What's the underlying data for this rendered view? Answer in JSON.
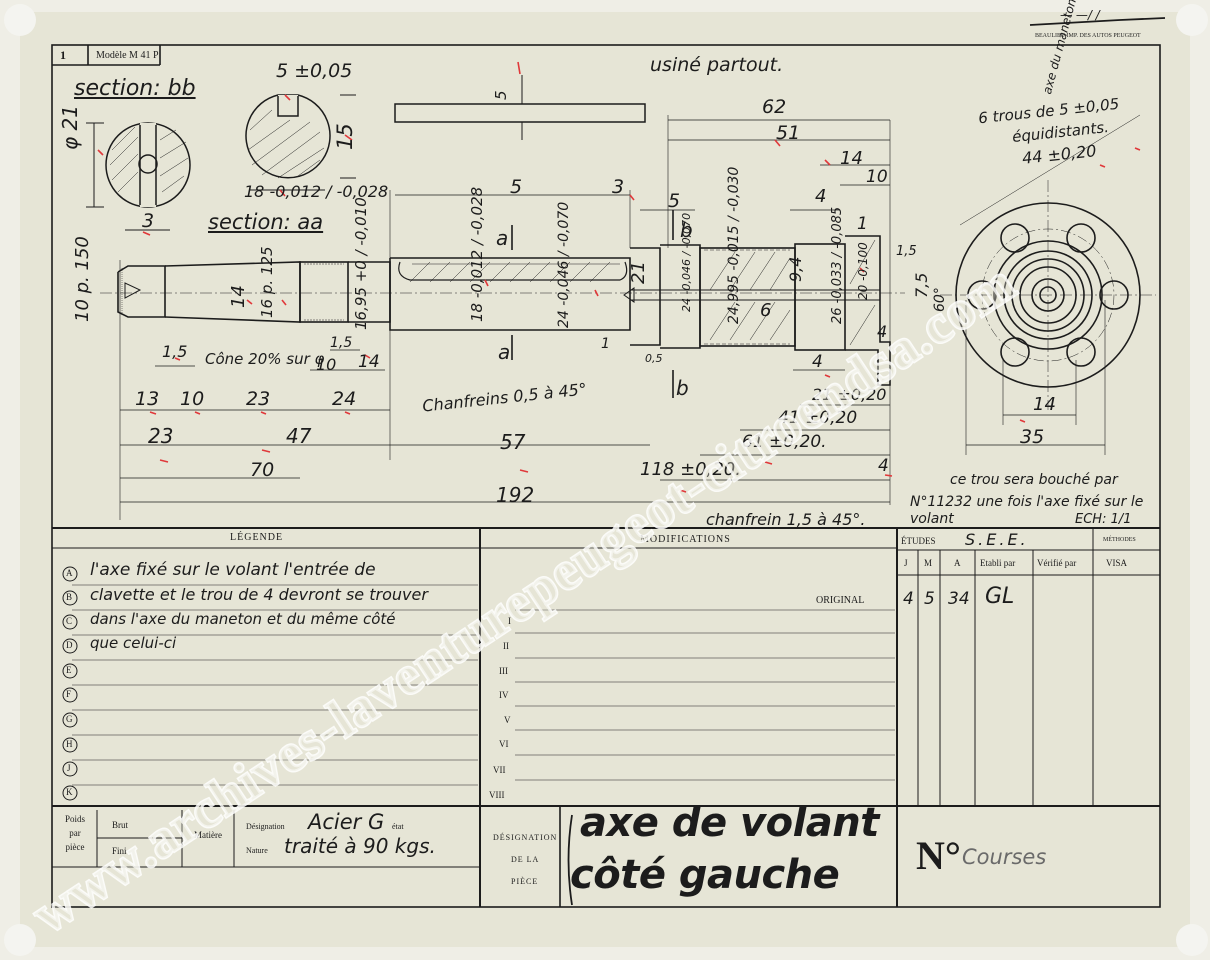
{
  "header": {
    "sheet_number": "1",
    "model": "Modèle M 41 P",
    "printer": "BEAULIEU IMP. DES AUTOS PEUGEOT",
    "top_marks": "— —/ /"
  },
  "drawing": {
    "usine": "usiné partout.",
    "section_bb": "section: bb",
    "section_aa": "section: aa",
    "notes": {
      "six_holes": "6 trous de 5 ±0,05",
      "equidistants": "équidistants.",
      "hole_circle": "44 ±0,20",
      "axe_maneton": "axe du maneton",
      "cone": "Cône 20% sur φ",
      "chanfreins": "Chanfreins 0,5 à 45°",
      "chanfrein": "chanfrein 1,5 à 45°.",
      "plug_note_1": "ce trou sera bouché par",
      "plug_note_2": "N°11232 une fois l'axe fixé sur le",
      "plug_note_3": "volant",
      "scale": "ECH: 1/1"
    },
    "dims": {
      "d_bb": "φ 21",
      "w_bb": "3",
      "w_key": "5 ±0,05",
      "h_key": "15",
      "d_key": "18 -0,012 / -0,028",
      "thread": "10 p. 150",
      "d14": "14",
      "d16": "16 p. 125",
      "d1695": "16,95 +0 / -0,010",
      "d18": "18 -0,012 / -0,028",
      "d24": "24 -0,046 / -0,070",
      "d24b": "24 -0,046 / -0,070",
      "d24995": "24,995 -0,015 / -0,030",
      "d6": "6",
      "d94": "9,4",
      "d26": "26 -0,033 / -0,085",
      "d20": "20 -0,100",
      "h21": "21",
      "h75": "7,5",
      "a60": "60°",
      "l15": "1,5",
      "l62": "62",
      "l51": "51",
      "l5": "5",
      "l3": "3",
      "l5b": "5",
      "l14": "14",
      "l10": "10",
      "l4": "4",
      "l1": "1",
      "l1_5": "1,5",
      "l05": "0,5",
      "l15b": "1,5",
      "l10b": "10",
      "l14b": "14",
      "l1_5c": "1,5",
      "l13": "13",
      "l10c": "10",
      "l23": "23",
      "l24": "24",
      "l23b": "23",
      "l47": "47",
      "l57": "57",
      "l4b": "4",
      "l21": "21 ±0,20",
      "l41": "41 ±0,20",
      "l61": "61 ±0,20.",
      "l118": "118 ±0,20.",
      "l4c": "4",
      "l4d": "4",
      "l70": "70",
      "l192": "192",
      "flange14": "14",
      "flange35": "35",
      "sec_a": "a",
      "sec_b": "b"
    }
  },
  "legend": {
    "title": "LÉGENDE",
    "items": [
      {
        "letter": "A",
        "text": "l'axe fixé sur le volant l'entrée de"
      },
      {
        "letter": "B",
        "text": "clavette et le trou de 4 devront se trouver"
      },
      {
        "letter": "C",
        "text": "dans l'axe du maneton et du même côté"
      },
      {
        "letter": "D",
        "text": "que celui-ci"
      },
      {
        "letter": "E",
        "text": ""
      },
      {
        "letter": "F",
        "text": ""
      },
      {
        "letter": "G",
        "text": ""
      },
      {
        "letter": "H",
        "text": ""
      },
      {
        "letter": "J",
        "text": ""
      },
      {
        "letter": "K",
        "text": ""
      }
    ]
  },
  "modifications": {
    "title": "MODIFICATIONS",
    "original": "ORIGINAL",
    "rows": [
      "I",
      "II",
      "III",
      "IV",
      "V",
      "VI",
      "VII",
      "VIII"
    ]
  },
  "etudes": {
    "title": "ÉTUDES",
    "dept": "S.E.E.",
    "methodes": "MÉTHODES",
    "cols": [
      "J",
      "M",
      "A",
      "Etabli par",
      "Vérifié par",
      "VISA"
    ],
    "values": {
      "j": "4",
      "m": "5",
      "a": "34",
      "etabli": "GL"
    }
  },
  "titleblock": {
    "poids": "Poids par pièce",
    "brut": "Brut",
    "fini": "Fini",
    "matiere": "Matière",
    "designation_label": "Désignation",
    "nature_label": "Nature",
    "etat_label": "état",
    "designation_value": "Acier G",
    "nature_value": "traité à 90 kgs.",
    "piece_label_1": "DÉSIGNATION",
    "piece_label_2": "DE LA",
    "piece_label_3": "PIÈCE",
    "piece_name_1": "axe de volant",
    "piece_name_2": "côté gauche",
    "number_label": "N°",
    "number_value": "Courses"
  },
  "watermark": {
    "text": "www.archives-laventurepeugeot-citroendsa.com",
    "color": "#ffffff"
  },
  "colors": {
    "paper": "#e8e7da",
    "ink": "#1c1c1c",
    "red_marks": "#e0383a",
    "background": "#efeee6"
  }
}
